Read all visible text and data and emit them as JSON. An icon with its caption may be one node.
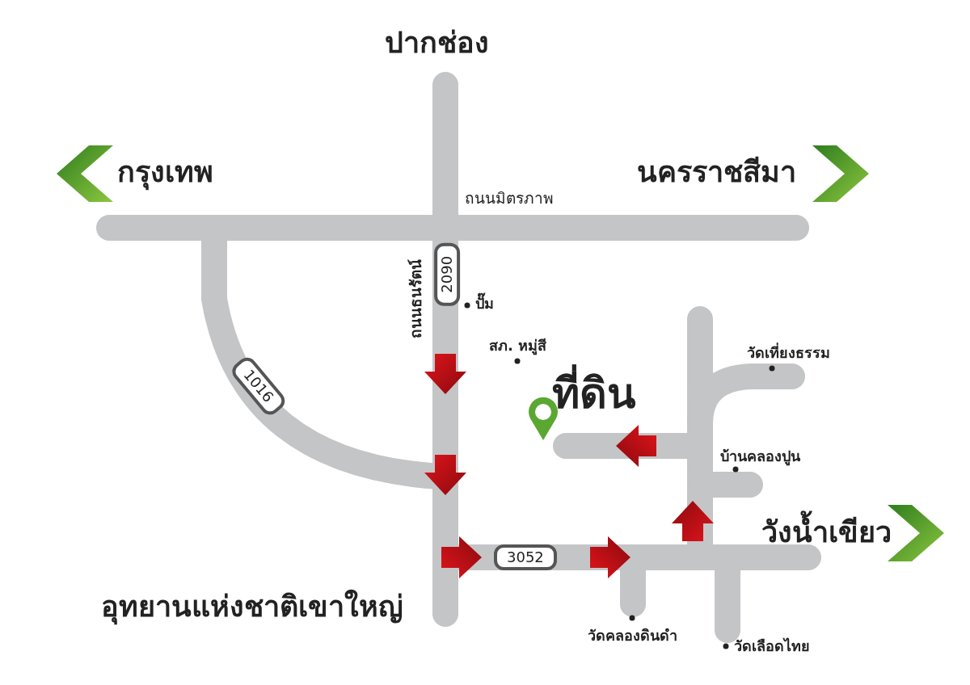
{
  "diagram": {
    "labels": [
      "ปากช่อง",
      "กรุงเทพ",
      "นครราชสีมา",
      "ถนนมิตรภาพ",
      "2090",
      "ถนนธนรัตน์",
      "ปั๊ม",
      "สภ. หมู่สี",
      "1016",
      "ที่ดิน",
      "วัดเที่ยงธรรม",
      "บ้านคลองปูน",
      "วังน้ำเขียว",
      "3052",
      "อุทยานแห่งชาติเขาใหญ่",
      "วัดคลองดินดำ",
      "วัดเลือดไทย"
    ]
  }
}
